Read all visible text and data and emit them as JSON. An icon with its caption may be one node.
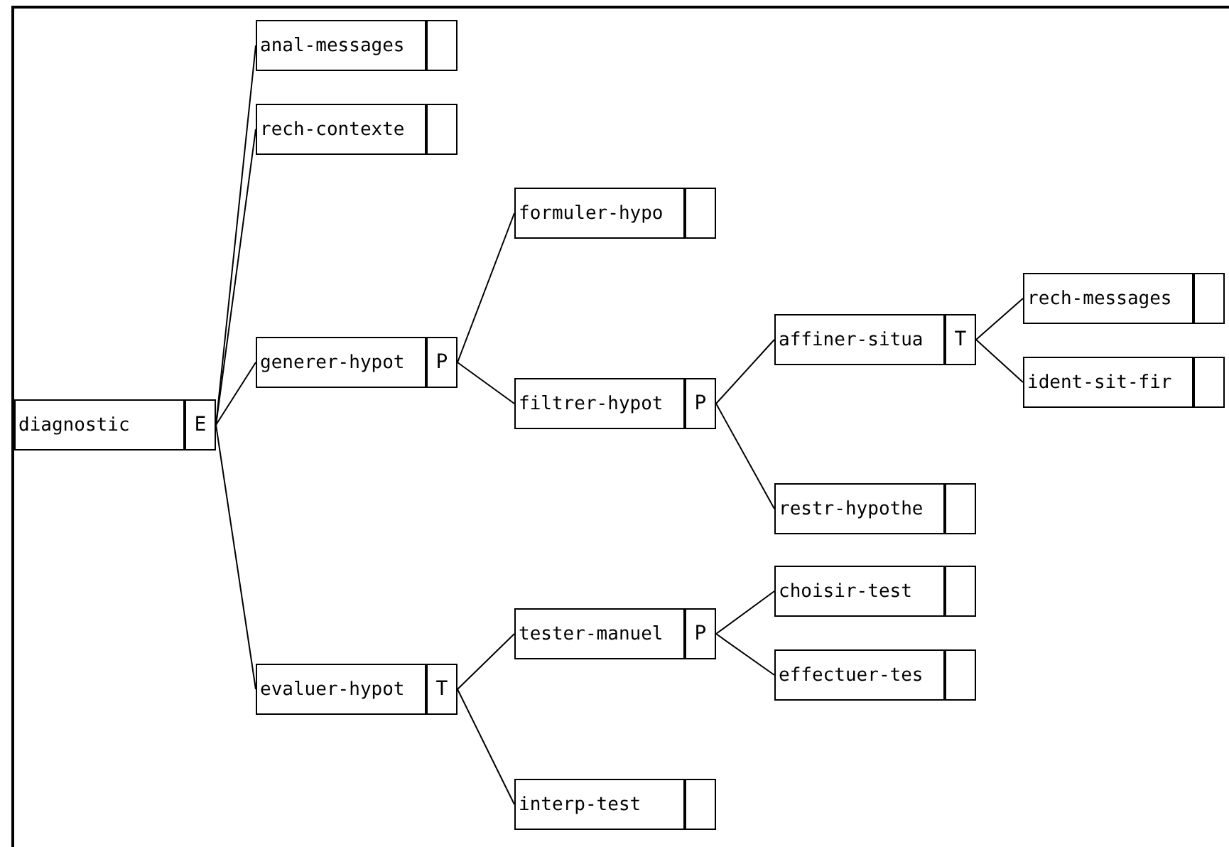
{
  "diagram": {
    "nodes": [
      {
        "text": [
          "diagnostic",
          "E"
        ]
      },
      {
        "text": [
          "anal-messages"
        ]
      },
      {
        "text": [
          "rech-contexte"
        ]
      },
      {
        "text": [
          "generer-hypot",
          "P"
        ]
      },
      {
        "text": [
          "formuler-hypo"
        ]
      },
      {
        "text": [
          "filtrer-hypot",
          "P"
        ]
      },
      {
        "text": [
          "affiner-situa",
          "T"
        ]
      },
      {
        "text": [
          "rech-messages"
        ]
      },
      {
        "text": [
          "ident-sit-fir"
        ]
      },
      {
        "text": [
          "restr-hypothe"
        ]
      },
      {
        "text": [
          "evaluer-hypot",
          "T"
        ]
      },
      {
        "text": [
          "tester-manuel",
          "P"
        ]
      },
      {
        "text": [
          "choisir-test"
        ]
      },
      {
        "text": [
          "effectuer-tes"
        ]
      },
      {
        "text": [
          "interp-test"
        ]
      }
    ],
    "edges": [
      {
        "from": 0,
        "to": 1,
        "arrow": "none"
      },
      {
        "from": 0,
        "to": 2,
        "arrow": "none"
      },
      {
        "from": 0,
        "to": 3,
        "arrow": "none"
      },
      {
        "from": 0,
        "to": 10,
        "arrow": "none"
      },
      {
        "from": 3,
        "to": 4,
        "arrow": "none"
      },
      {
        "from": 3,
        "to": 5,
        "arrow": "none"
      },
      {
        "from": 5,
        "to": 6,
        "arrow": "none"
      },
      {
        "from": 5,
        "to": 9,
        "arrow": "none"
      },
      {
        "from": 6,
        "to": 7,
        "arrow": "none"
      },
      {
        "from": 6,
        "to": 8,
        "arrow": "none"
      },
      {
        "from": 10,
        "to": 11,
        "arrow": "none"
      },
      {
        "from": 10,
        "to": 14,
        "arrow": "none"
      },
      {
        "from": 11,
        "to": 12,
        "arrow": "none"
      },
      {
        "from": 11,
        "to": 13,
        "arrow": "none"
      }
    ]
  }
}
